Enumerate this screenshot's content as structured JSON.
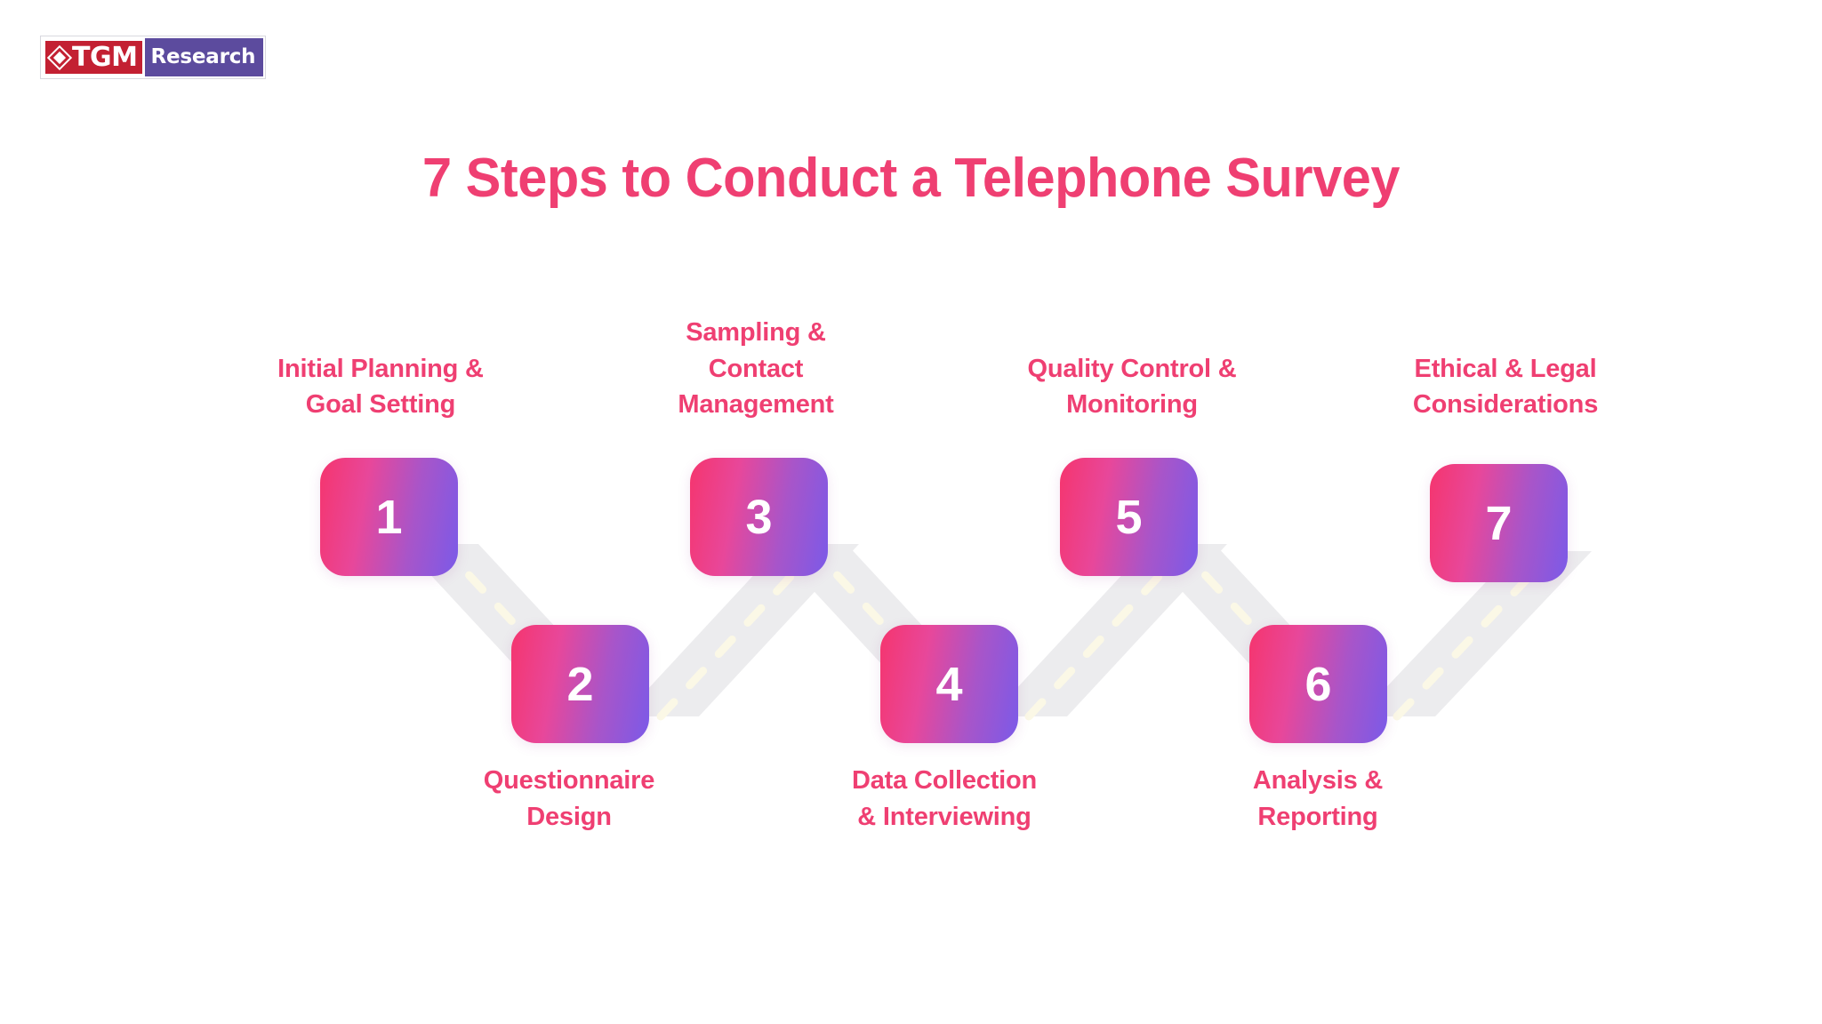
{
  "brand": {
    "logo_primary": "TGM",
    "logo_secondary": "Research",
    "logo_red": "#c32032",
    "logo_purple": "#5c4b9e",
    "diamond_icon": "diamond-icon"
  },
  "header": {
    "title": "7 Steps to Conduct a Telephone Survey",
    "title_color": "#ef3f72"
  },
  "theme": {
    "background": "#ffffff",
    "accent_pink": "#ef3f72",
    "gradient_start": "#f5356e",
    "gradient_end": "#7b5ae8",
    "road_fill": "#ececed",
    "road_dash": "#fbf8e6",
    "number_color": "#ffffff"
  },
  "diagram": {
    "type": "zigzag-process-flow",
    "step_count": 7,
    "steps": [
      {
        "number": "1",
        "label": "Initial Planning &\nGoal Setting",
        "row": "top"
      },
      {
        "number": "2",
        "label": "Questionnaire\nDesign",
        "row": "bottom"
      },
      {
        "number": "3",
        "label": "Sampling &\nContact\nManagement",
        "row": "top"
      },
      {
        "number": "4",
        "label": "Data Collection\n& Interviewing",
        "row": "bottom"
      },
      {
        "number": "5",
        "label": "Quality Control &\nMonitoring",
        "row": "top"
      },
      {
        "number": "6",
        "label": "Analysis &\nReporting",
        "row": "bottom"
      },
      {
        "number": "7",
        "label": "Ethical & Legal\nConsiderations",
        "row": "top"
      }
    ]
  }
}
